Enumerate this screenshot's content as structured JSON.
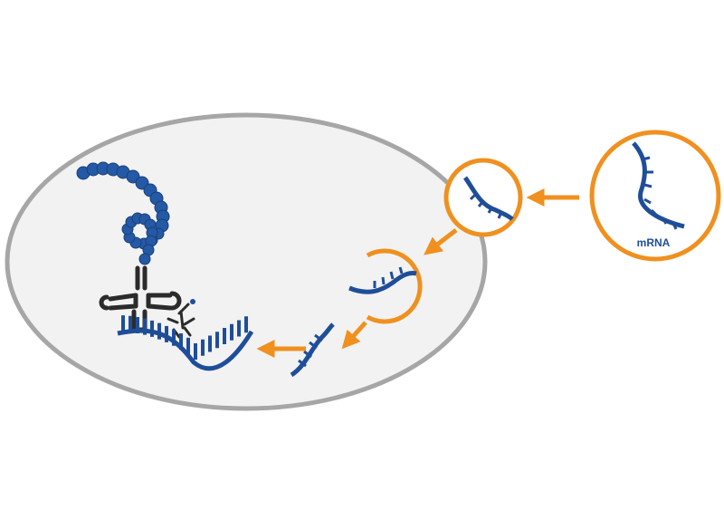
{
  "labels": {
    "mrna": "mRNA"
  },
  "colors": {
    "cell_fill": "#f2f2f2",
    "cell_stroke": "#a6a6a6",
    "strand": "#1f4e99",
    "bead": "#2459a6",
    "trna": "#2b2b2b",
    "vesicle": "#f0901e",
    "arrow": "#f0901e",
    "text": "#1f4e99"
  },
  "diagram": {
    "peptide_beads": 26,
    "vesicles": [
      "outer-vesicle",
      "entering-vesicle",
      "fusing-vesicle"
    ],
    "arrows": 4
  }
}
